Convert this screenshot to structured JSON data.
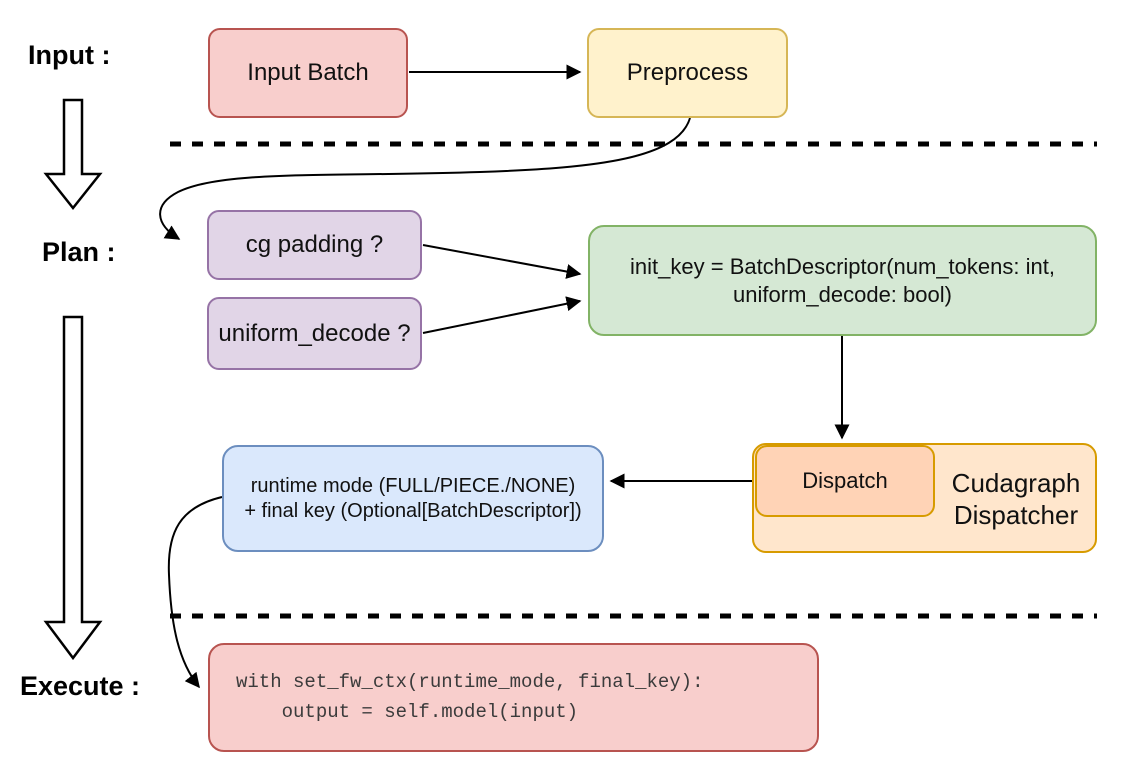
{
  "stage_labels": {
    "input": "Input :",
    "plan": "Plan :",
    "execute": "Execute :"
  },
  "nodes": {
    "input_batch": {
      "label": "Input Batch"
    },
    "preprocess": {
      "label": "Preprocess"
    },
    "cg_padding": {
      "label": "cg padding ?"
    },
    "uniform_decode": {
      "label": "uniform_decode ?"
    },
    "init_key": {
      "line1": "init_key = BatchDescriptor(num_tokens: int,",
      "line2": "uniform_decode: bool)"
    },
    "runtime_result": {
      "line1": "runtime mode (FULL/PIECE./NONE)",
      "line2": "+ final key (Optional[BatchDescriptor])"
    },
    "dispatch": {
      "label": "Dispatch"
    },
    "cudagraph_dispatcher": {
      "line1": "Cudagraph",
      "line2": "Dispatcher"
    },
    "execute_code": {
      "line1": "with set_fw_ctx(runtime_mode, final_key):",
      "line2": "    output = self.model(input)"
    }
  },
  "colors": {
    "red_fill": "#f8cecc",
    "red_stroke": "#b85450",
    "yellow_fill": "#fff2cc",
    "yellow_stroke": "#d6b656",
    "purple_fill": "#e1d5e7",
    "purple_stroke": "#9673a6",
    "green_fill": "#d5e8d4",
    "green_stroke": "#82b366",
    "blue_fill": "#dae8fc",
    "blue_stroke": "#6c8ebf",
    "orange_outer_fill": "#ffe6cc",
    "orange_inner_fill": "#ffd3b6",
    "orange_stroke": "#d79b00",
    "connector": "#000000",
    "code_text": "#3b3b3b"
  }
}
